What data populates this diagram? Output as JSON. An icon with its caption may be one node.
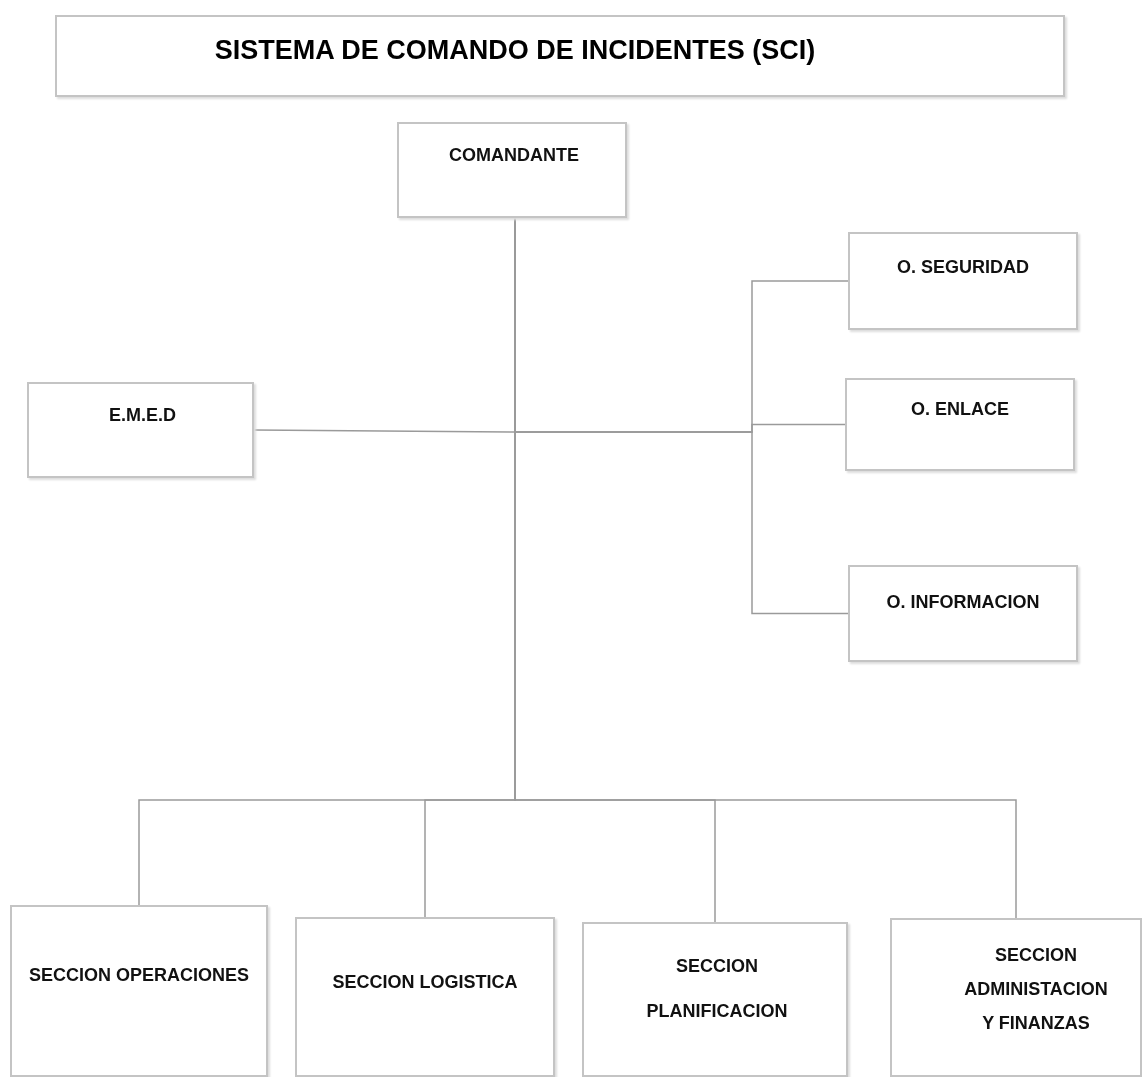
{
  "diagram": {
    "title": "SISTEMA DE COMANDO DE INCIDENTES (SCI)",
    "nodes": [
      {
        "text": [
          "COMANDANTE"
        ]
      },
      {
        "text": [
          "O. SEGURIDAD"
        ]
      },
      {
        "text": [
          "E.M.E.D"
        ]
      },
      {
        "text": [
          "O. ENLACE"
        ]
      },
      {
        "text": [
          "O. INFORMACION"
        ]
      },
      {
        "text": [
          "SECCION OPERACIONES"
        ]
      },
      {
        "text": [
          "SECCION LOGISTICA"
        ]
      },
      {
        "text": [
          "SECCION PLANIFICACION"
        ]
      },
      {
        "text": [
          "SECCION ADMINISTACION Y FINANZAS"
        ]
      }
    ],
    "edges": [
      {
        "from": 0,
        "to": 2,
        "arrow": "none"
      },
      {
        "from": 0,
        "to": 1,
        "arrow": "none"
      },
      {
        "from": 0,
        "to": 3,
        "arrow": "none"
      },
      {
        "from": 0,
        "to": 4,
        "arrow": "none"
      },
      {
        "from": 0,
        "to": 5,
        "arrow": "none"
      },
      {
        "from": 0,
        "to": 6,
        "arrow": "none"
      },
      {
        "from": 0,
        "to": 7,
        "arrow": "none"
      },
      {
        "from": 0,
        "to": 8,
        "arrow": "none"
      }
    ]
  }
}
